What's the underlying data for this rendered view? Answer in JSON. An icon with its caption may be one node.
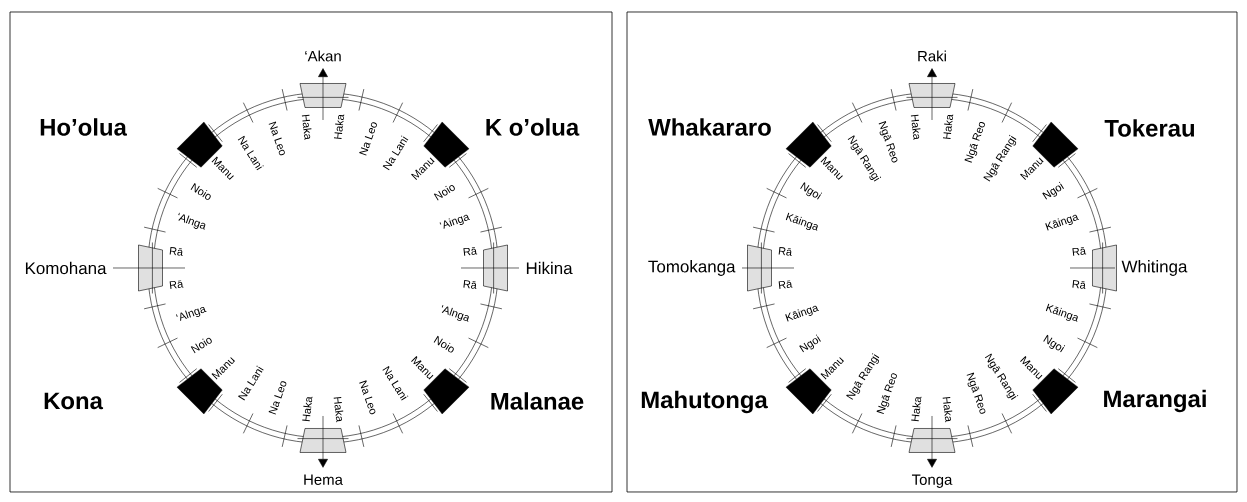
{
  "diagram": {
    "labels": [
      "‘Akan",
      "Ho’olua",
      "K o’olua",
      "Komohana",
      "Hikina",
      "Kona",
      "Malanae",
      "Hema",
      "Haka",
      "Na Leo",
      "Na Lani",
      "Manu",
      "Noio",
      "‘Alnga",
      "Rā",
      "Haka",
      "Na Leo",
      "Na Lani",
      "Manu",
      "Noio",
      "‘Ainga",
      "Rā",
      "Rā",
      "‘Alnga",
      "Noio",
      "Manu",
      "Na Lani",
      "Na Leo",
      "Haka",
      "Haka",
      "Na Leo",
      "Na Lani",
      "Manu",
      "Noio",
      "‘Alnga",
      "Rā",
      "Raki",
      "Whakararo",
      "Tokerau",
      "Tomokanga",
      "Whitinga",
      "Mahutonga",
      "Marangai",
      "Tonga",
      "Haka",
      "Ngā Reo",
      "Ngā Rangi",
      "Manu",
      "Ngoi",
      "Kāinga",
      "Rā",
      "Haka",
      "Ngā Reo",
      "Ngā Rangi",
      "Manu",
      "Ngoi",
      "Kāinga",
      "Rā",
      "Rā",
      "Kāinga",
      "Ngoi",
      "Manu",
      "Ngā Rangi",
      "Ngā Reo",
      "Haka",
      "Haka",
      "Ngā Reo",
      "Ngā Rangi",
      "Manu",
      "Ngoi",
      "Kāinga",
      "Rā"
    ]
  }
}
